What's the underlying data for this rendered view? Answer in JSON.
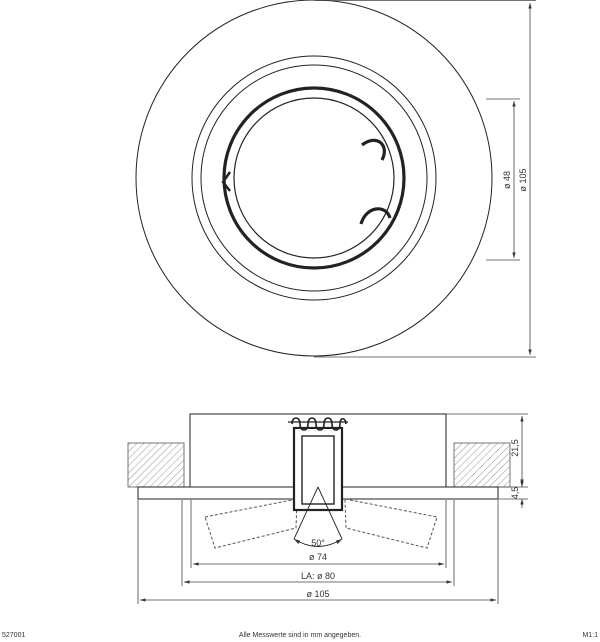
{
  "drawing": {
    "top_view": {
      "dim_inner": "ø 48",
      "dim_outer": "ø 105"
    },
    "side_view": {
      "dim_height": "21,5",
      "dim_flange": "4,5",
      "tilt_angle": "50°",
      "dim_74": "ø 74",
      "dim_80": "LA: ø 80",
      "dim_105": "ø 105"
    }
  },
  "footer": {
    "article_number": "527001",
    "note": "Alle Messwerte sind in mm angegeben.",
    "scale": "M1:1"
  }
}
